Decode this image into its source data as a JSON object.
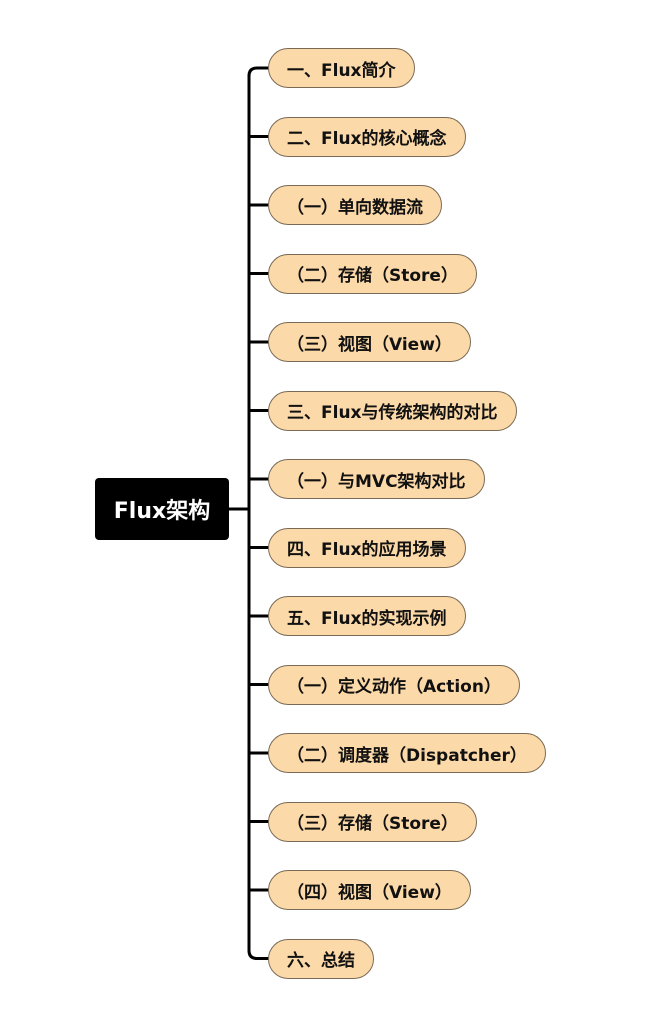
{
  "root": {
    "label": "Flux架构"
  },
  "nodes": [
    {
      "label": "一、Flux简介"
    },
    {
      "label": "二、Flux的核心概念"
    },
    {
      "label": "（一）单向数据流"
    },
    {
      "label": "（二）存储（Store）"
    },
    {
      "label": "（三）视图（View）"
    },
    {
      "label": "三、Flux与传统架构的对比"
    },
    {
      "label": "（一）与MVC架构对比"
    },
    {
      "label": "四、Flux的应用场景"
    },
    {
      "label": "五、Flux的实现示例"
    },
    {
      "label": "（一）定义动作（Action）"
    },
    {
      "label": "（二）调度器（Dispatcher）"
    },
    {
      "label": "（三）存储（Store）"
    },
    {
      "label": "（四）视图（View）"
    },
    {
      "label": "六、总结"
    }
  ],
  "colors": {
    "root_fill": "#000000",
    "root_text": "#ffffff",
    "node_fill": "#fcd9a8",
    "node_border": "#7a6a55",
    "connector": "#000000"
  }
}
